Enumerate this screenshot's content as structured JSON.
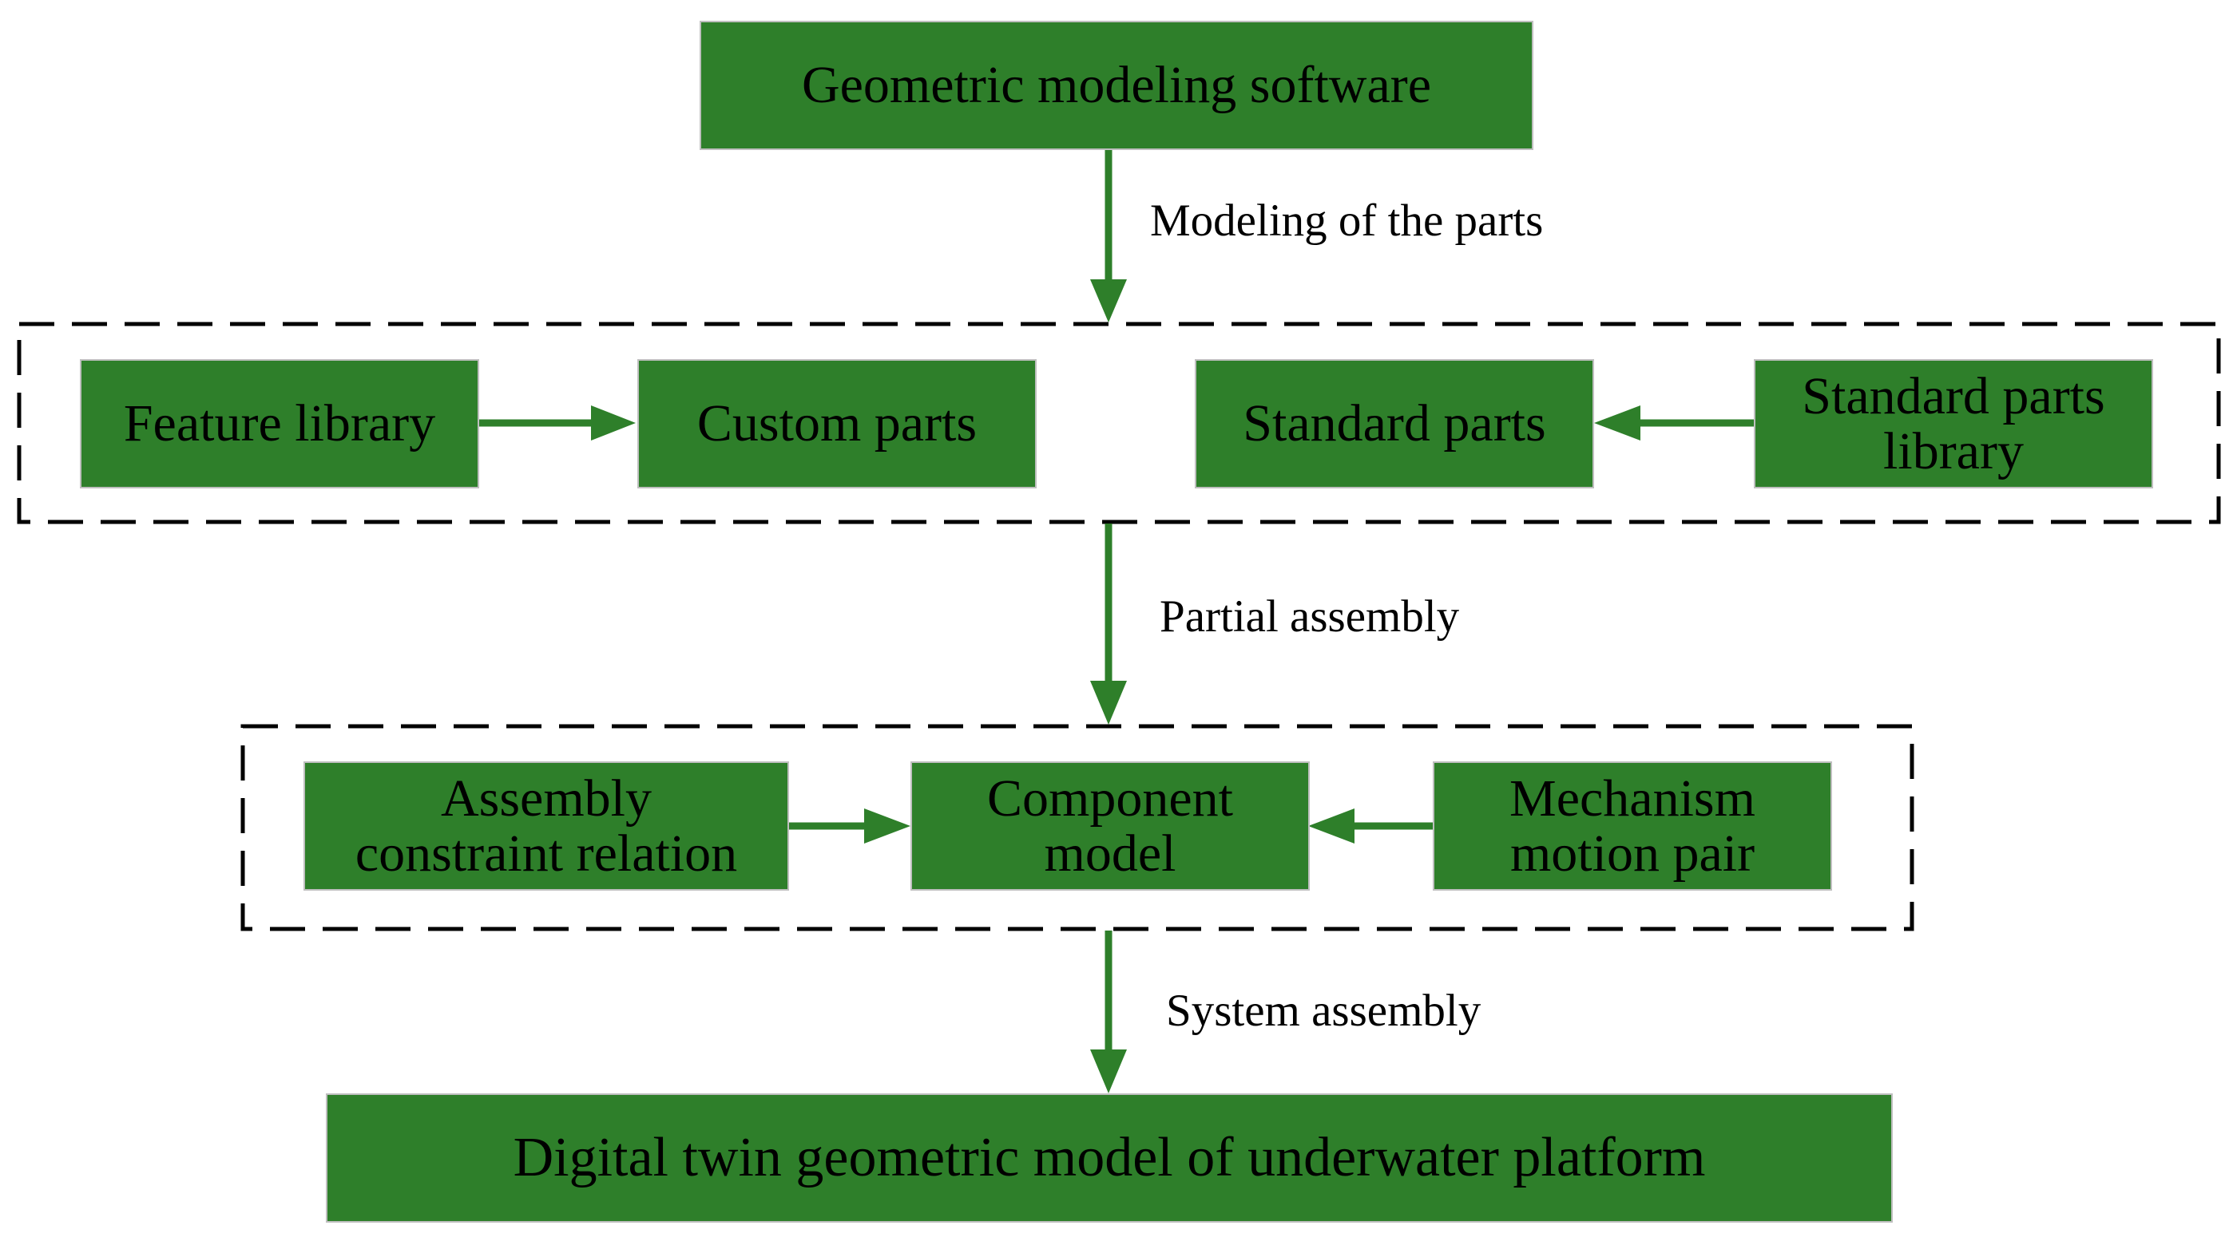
{
  "colors": {
    "box_fill": "#2e7f2a",
    "arrow": "#2e7f2a",
    "group_border": "#000000",
    "text": "#000000"
  },
  "nodes": {
    "geometric_software": "Geometric modeling software",
    "feature_library": "Feature library",
    "custom_parts": "Custom parts",
    "standard_parts": "Standard parts",
    "standard_parts_library": "Standard parts\nlibrary",
    "assembly_constraint": "Assembly\nconstraint relation",
    "component_model": "Component\nmodel",
    "mechanism_motion_pair": "Mechanism\nmotion pair",
    "digital_twin_model": "Digital twin geometric model of underwater platform"
  },
  "edges": {
    "modeling_of_parts": "Modeling of the parts",
    "partial_assembly": "Partial assembly",
    "system_assembly": "System assembly"
  }
}
